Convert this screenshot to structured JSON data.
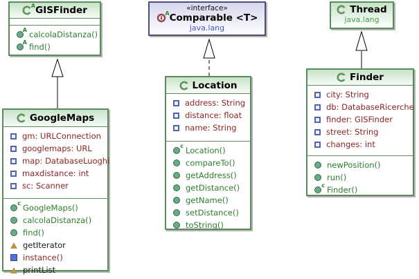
{
  "diagram": {
    "classes": [
      {
        "id": "gisfinder",
        "name": "GISFinder",
        "kind": "abstract-class",
        "stereotype": "",
        "package": "",
        "fields": [],
        "methods": [
          {
            "name": "calcolaDistanza()",
            "icon": "abstract-method-icon",
            "sup": "A",
            "style": "method"
          },
          {
            "name": "find()",
            "icon": "abstract-method-icon",
            "sup": "A",
            "style": "method"
          }
        ]
      },
      {
        "id": "comparable",
        "name": "Comparable <T>",
        "kind": "interface",
        "stereotype": "«interface»",
        "package": "java.lang",
        "fields": [],
        "methods": []
      },
      {
        "id": "thread",
        "name": "Thread",
        "kind": "class",
        "stereotype": "",
        "package": "java.lang",
        "fields": [],
        "methods": []
      },
      {
        "id": "googlemaps",
        "name": "GoogleMaps",
        "kind": "class",
        "stereotype": "",
        "package": "",
        "fields": [
          {
            "name": "gm: URLConnection",
            "icon": "field-icon",
            "style": "field"
          },
          {
            "name": "googlemaps: URL",
            "icon": "field-icon",
            "style": "field"
          },
          {
            "name": "map: DatabaseLuoghi",
            "icon": "field-icon",
            "style": "field"
          },
          {
            "name": "maxdistance: int",
            "icon": "field-icon",
            "style": "field"
          },
          {
            "name": "sc: Scanner",
            "icon": "field-icon",
            "style": "field"
          }
        ],
        "methods": [
          {
            "name": "GoogleMaps()",
            "icon": "constructor-icon",
            "sup": "c",
            "style": "method"
          },
          {
            "name": "calcolaDistanza()",
            "icon": "method-icon",
            "style": "method"
          },
          {
            "name": "find()",
            "icon": "method-icon",
            "style": "method"
          },
          {
            "name": "getIterator",
            "icon": "inherited-member-icon",
            "style": "plain"
          },
          {
            "name": "instance()",
            "icon": "static-method-icon",
            "style": "static"
          },
          {
            "name": "printList",
            "icon": "inherited-member-icon",
            "style": "plain"
          }
        ]
      },
      {
        "id": "location",
        "name": "Location",
        "kind": "class",
        "stereotype": "",
        "package": "",
        "fields": [
          {
            "name": "address: String",
            "icon": "field-icon",
            "style": "field"
          },
          {
            "name": "distance: float",
            "icon": "field-icon",
            "style": "field"
          },
          {
            "name": "name: String",
            "icon": "field-icon",
            "style": "field"
          }
        ],
        "methods": [
          {
            "name": "Location()",
            "icon": "constructor-icon",
            "sup": "c",
            "style": "method"
          },
          {
            "name": "compareTo()",
            "icon": "method-icon",
            "style": "method"
          },
          {
            "name": "getAddress()",
            "icon": "method-icon",
            "style": "method"
          },
          {
            "name": "getDistance()",
            "icon": "method-icon",
            "style": "method"
          },
          {
            "name": "getName()",
            "icon": "method-icon",
            "style": "method"
          },
          {
            "name": "setDistance()",
            "icon": "method-icon",
            "style": "method"
          },
          {
            "name": "toString()",
            "icon": "method-icon",
            "style": "method"
          }
        ]
      },
      {
        "id": "finder",
        "name": "Finder",
        "kind": "class",
        "stereotype": "",
        "package": "",
        "fields": [
          {
            "name": "city: String",
            "icon": "field-icon",
            "style": "field"
          },
          {
            "name": "db: DatabaseRicerche",
            "icon": "field-icon",
            "style": "field"
          },
          {
            "name": "finder: GISFinder",
            "icon": "field-icon",
            "style": "field"
          },
          {
            "name": "street: String",
            "icon": "field-icon",
            "style": "field"
          },
          {
            "name": "changes: int",
            "icon": "field-icon",
            "style": "field"
          }
        ],
        "methods": [
          {
            "name": "newPosition()",
            "icon": "method-icon",
            "style": "method"
          },
          {
            "name": "run()",
            "icon": "method-icon",
            "style": "method"
          },
          {
            "name": "Finder()",
            "icon": "constructor-icon",
            "sup": "c",
            "style": "method"
          }
        ]
      }
    ],
    "relations": [
      {
        "from": "GoogleMaps",
        "to": "GISFinder",
        "type": "extends"
      },
      {
        "from": "Location",
        "to": "Comparable",
        "type": "implements"
      },
      {
        "from": "Finder",
        "to": "Thread",
        "type": "extends"
      }
    ],
    "colors": {
      "class_border": "#598a59",
      "interface_border": "#4d4d78",
      "field_text": "#8b2323",
      "method_text": "#2e7d2e",
      "package_green": "#4d9e4d",
      "package_blue": "#4756c4"
    }
  }
}
